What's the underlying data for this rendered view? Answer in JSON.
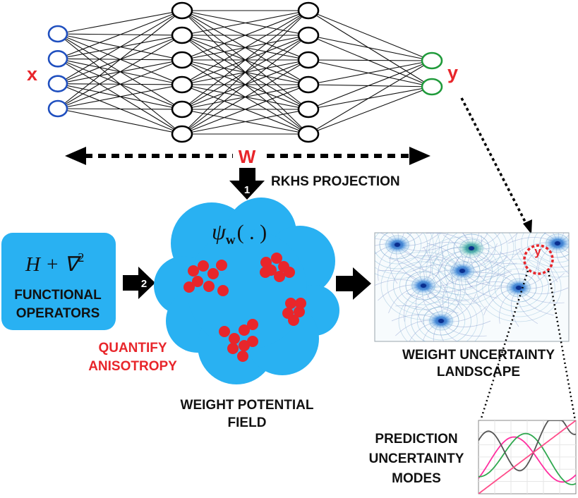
{
  "network": {
    "input_label": "x",
    "output_label": "y",
    "layers": [
      4,
      6,
      6,
      2
    ],
    "colors": {
      "input": "#1f4fbf",
      "hidden": "#000000",
      "output": "#1f9a3a"
    }
  },
  "weights_label": "W",
  "step1": {
    "number": "1",
    "label": "RKHS  PROJECTION"
  },
  "operators": {
    "formula_left": "H + ∇",
    "formula_sup": "2",
    "line1": "FUNCTIONAL",
    "line2": "OPERATORS"
  },
  "step2": {
    "number": "2"
  },
  "anisotropy": {
    "line1": "QUANTIFY",
    "line2": "ANISOTROPY",
    "color": "#e8262b"
  },
  "potential": {
    "symbol": "ψ",
    "subscript": "w",
    "argument": "( . )",
    "caption_line1": "WEIGHT  POTENTIAL",
    "caption_line2": "FIELD",
    "cloud_color": "#29b1f2",
    "dot_color": "#e8262b"
  },
  "landscape": {
    "marker": "y",
    "caption_line1": "WEIGHT UNCERTAINTY",
    "caption_line2": "LANDSCAPE"
  },
  "modes": {
    "caption_line1": "PREDICTION",
    "caption_line2": "UNCERTAINTY",
    "caption_line3": "MODES",
    "colors": [
      "#ff2fa0",
      "#2fa84f",
      "#555555",
      "#ff4d8a"
    ]
  }
}
